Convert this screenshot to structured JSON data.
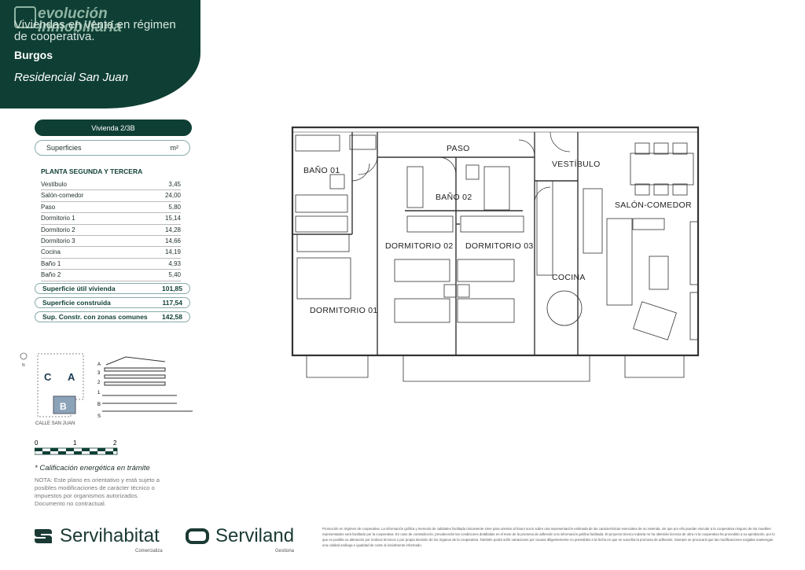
{
  "header": {
    "logo_text": "evolución\ninmobiliaria",
    "tagline": "Viviendas en venta en régimen de cooperativa.",
    "city": "Burgos",
    "development": "Residencial San Juan"
  },
  "unit": {
    "title": "Vivienda 2/3B"
  },
  "surfaces": {
    "label": "Superficies",
    "unit": "m²"
  },
  "floor": {
    "title": "PLANTA SEGUNDA Y TERCERA"
  },
  "rooms": [
    {
      "name": "Vestíbulo",
      "area": "3,45"
    },
    {
      "name": "Salón-comedor",
      "area": "24,00"
    },
    {
      "name": "Paso",
      "area": "5,80"
    },
    {
      "name": "Dormitorio 1",
      "area": "15,14"
    },
    {
      "name": "Dormitorio 2",
      "area": "14,28"
    },
    {
      "name": "Dormitorio 3",
      "area": "14,66"
    },
    {
      "name": "Cocina",
      "area": "14,19"
    },
    {
      "name": "Baño 1",
      "area": "4,93"
    },
    {
      "name": "Baño 2",
      "area": "5,40"
    }
  ],
  "totals": [
    {
      "label": "Superficie útil vivienda",
      "value": "101,85"
    },
    {
      "label": "Superficie construida",
      "value": "117,54"
    },
    {
      "label": "Sup. Constr. con zonas comunes",
      "value": "142,58"
    }
  ],
  "keyplan": {
    "blocks": [
      "C",
      "A",
      "B"
    ],
    "street": "CALLE SAN JUAN",
    "levels": [
      "A",
      "3",
      "2",
      "1",
      "B",
      "S"
    ],
    "north": "N"
  },
  "scale": {
    "ticks": [
      "0",
      "1",
      "2"
    ]
  },
  "energy": "* Calificación energética en trámite",
  "note": "NOTA: Este plano es orientativo y está sujeto a posibles modificaciones de carácter técnico o impuestos por organismos autorizados. Documento no contractual.",
  "plan_labels": {
    "paso": "PASO",
    "bano01": "BAÑO 01",
    "bano02": "BAÑO 02",
    "vestibulo": "VESTÍBULO",
    "salon": "SALÓN-COMEDOR",
    "dorm02": "DORMITORIO 02",
    "dorm03": "DORMITORIO 03",
    "cocina": "COCINA",
    "dorm01": "DORMITORIO 01"
  },
  "footer": {
    "brand1": "Servihabitat",
    "brand1_sub": "Comercializa",
    "brand2": "Serviland",
    "brand2_sub": "Gestiona",
    "legal": "Promoción en régimen de cooperativa. La información gráfica y memoria de calidades facilitada únicamente sirve para orientar al futuro socio sobre una representación estimada de las características esenciales de su vivienda, sin que por ello puedan vincular a la cooperativa ninguno de los muebles representados será facilitado por la cooperativa. En caso de contradicción, prevalecerán las condiciones detalladas en el texto de la promesa de adhesión a la información gráfica facilitada. El proyecto técnico todavía no ha obtenido licencia de obra ni la cooperativa ha procedido a su aprobación, por lo que es posible su alteración por motivos técnicos o por propia decisión de los órganos de la cooperativa. También podrá sufrir variaciones por causas diligentemente no previsibles a la fecha en que se suscriba la promesa de adhesión. Siempre se procurará que las modificaciones exigidas mantengan una calidad análoga e igualdad de coste al inicialmente informado."
  },
  "colors": {
    "brand": "#0f3f34",
    "accent": "#8fb4a3"
  }
}
